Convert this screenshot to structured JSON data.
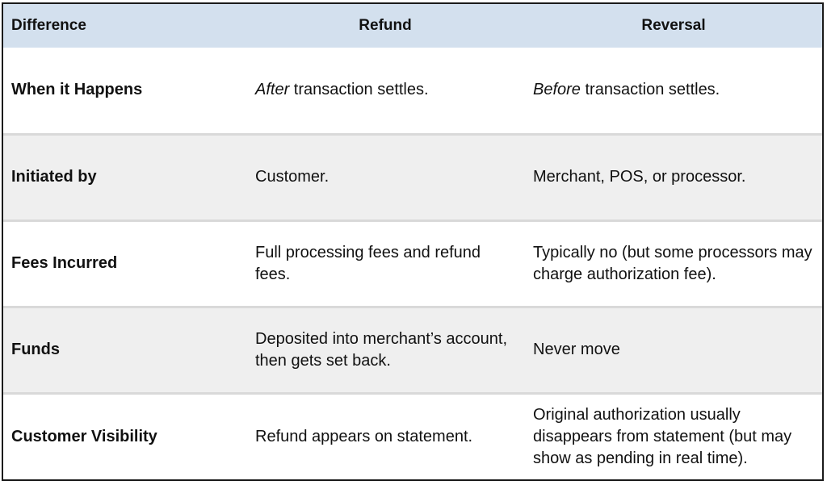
{
  "headers": {
    "difference": "Difference",
    "refund": "Refund",
    "reversal": "Reversal"
  },
  "rows": [
    {
      "label": "When it Happens",
      "refund_em": "After",
      "refund_rest": " transaction settles.",
      "reversal_em": "Before",
      "reversal_rest": " transaction settles."
    },
    {
      "label": "Initiated by",
      "refund_rest": "Customer.",
      "reversal_rest": "Merchant, POS, or processor."
    },
    {
      "label": "Fees Incurred",
      "refund_rest": "Full processing fees and refund fees.",
      "reversal_rest": "Typically no (but some processors may charge authorization fee)."
    },
    {
      "label": "Funds",
      "refund_rest": "Deposited into merchant’s account, then gets set back.",
      "reversal_rest": "Never move"
    },
    {
      "label": "Customer Visibility",
      "refund_rest": "Refund appears on statement.",
      "reversal_rest": "Original authorization usually disappears from statement (but may show as pending in real time)."
    }
  ],
  "colors": {
    "header_bg": "#d3e0ee",
    "row_alt_bg": "#efefef",
    "border": "#1a1a1a"
  }
}
